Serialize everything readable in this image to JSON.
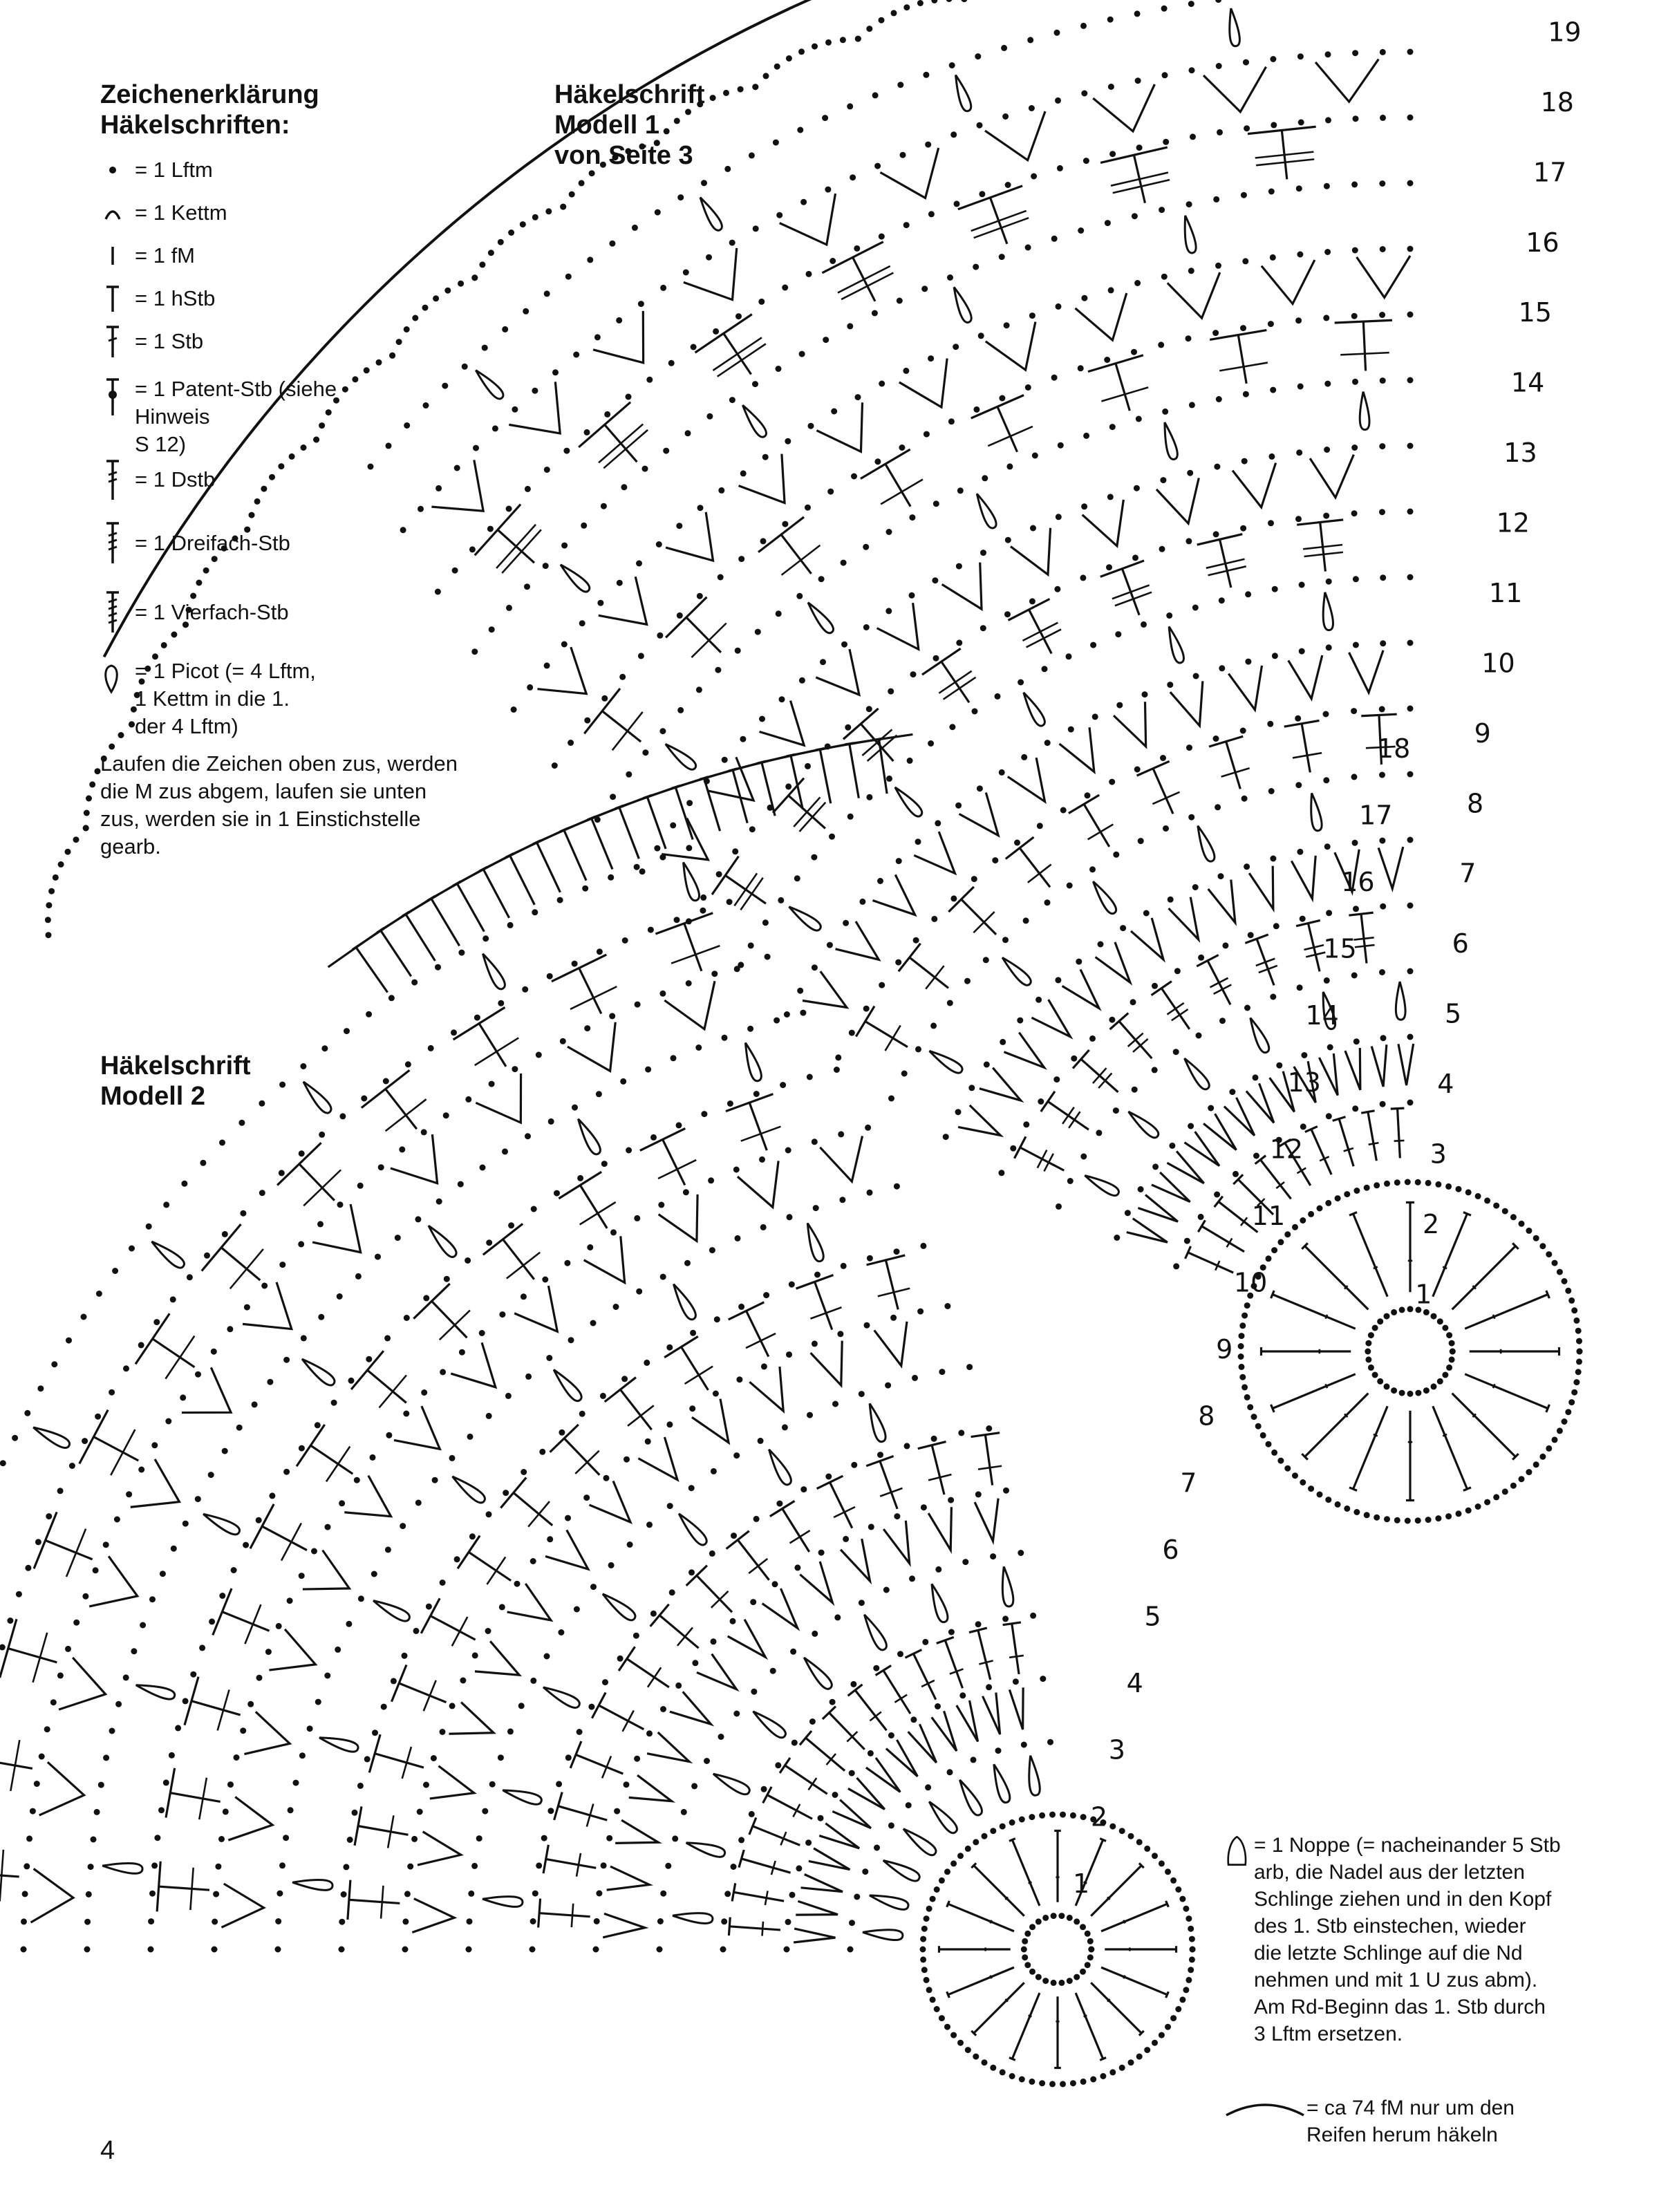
{
  "legend": {
    "title": "Zeichenerklärung\nHäkelschriften:",
    "items": [
      {
        "icon": "chain-dot-icon",
        "label": "= 1 Lftm"
      },
      {
        "icon": "slip-stitch-arc-icon",
        "label": "= 1 Kettm"
      },
      {
        "icon": "single-crochet-icon",
        "label": "= 1 fM"
      },
      {
        "icon": "half-double-crochet-icon",
        "label": "= 1 hStb"
      },
      {
        "icon": "double-crochet-icon",
        "label": "= 1 Stb"
      },
      {
        "icon": "patent-stitch-icon",
        "label": "= 1 Patent-Stb (siehe\nHinweis\nS 12)"
      },
      {
        "icon": "treble-crochet-icon",
        "label": "= 1 Dstb"
      },
      {
        "icon": "triple-treble-icon",
        "label": "= 1 Dreifach-Stb"
      },
      {
        "icon": "quadruple-treble-icon",
        "label": "= 1 Vierfach-Stb"
      },
      {
        "icon": "picot-icon",
        "label": "= 1 Picot (= 4 Lftm,\n1 Kettm in die 1.\nder 4 Lftm)"
      }
    ],
    "note": "Laufen die Zeichen oben zus, werden die M zus abgem, laufen sie unten zus, werden sie in 1 Einstichstelle gearb."
  },
  "model1": {
    "title": "Häkelschrift\nModell 1\nvon Seite 3",
    "round_numbers": [
      "1",
      "2",
      "3",
      "4",
      "5",
      "6",
      "7",
      "8",
      "9",
      "10",
      "11",
      "12",
      "13",
      "14",
      "15",
      "16",
      "17",
      "18",
      "19"
    ]
  },
  "model2": {
    "title": "Häkelschrift\nModell 2",
    "round_numbers": [
      "1",
      "2",
      "3",
      "4",
      "5",
      "6",
      "7",
      "8",
      "9",
      "10",
      "11",
      "12",
      "13",
      "14",
      "15",
      "16",
      "17",
      "18"
    ]
  },
  "noppe_note": {
    "icon": "bobble-icon",
    "text": "= 1 Noppe (= nacheinander 5 Stb\narb, die Nadel aus der letzten\nSchlinge ziehen und in den Kopf\ndes 1. Stb einstechen, wieder\ndie letzte Schlinge auf die Nd\nnehmen und mit 1 U zus abm).\nAm Rd-Beginn das 1. Stb durch\n3 Lftm ersetzen."
  },
  "hoop_note": {
    "icon": "hoop-arc-icon",
    "text": "= ca 74 fM nur um den\nReifen herum häkeln"
  },
  "page_number": "4"
}
